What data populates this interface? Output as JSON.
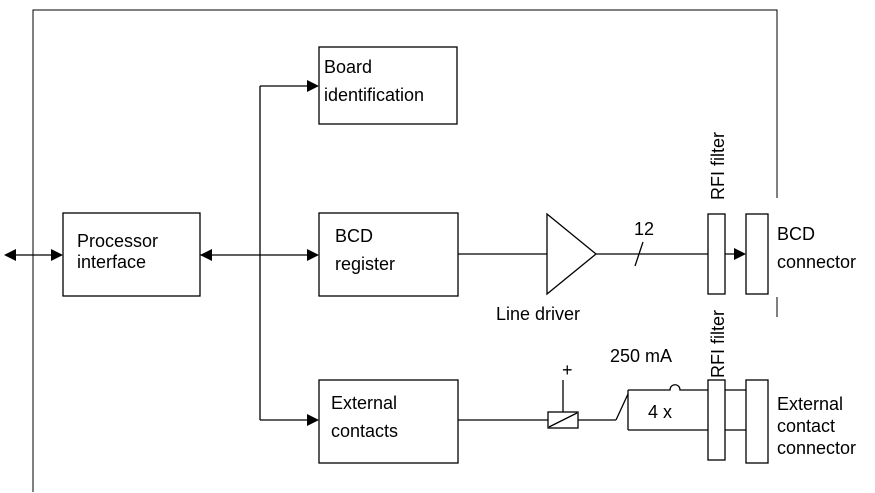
{
  "blocks": {
    "processor_interface": [
      "Processor",
      "interface"
    ],
    "board_identification": [
      "Board",
      "identification"
    ],
    "bcd_register": [
      "BCD",
      "register"
    ],
    "external_contacts": [
      "External",
      "contacts"
    ]
  },
  "components": {
    "line_driver": "Line driver",
    "bus_width": "12",
    "rfi_filter_top": "RFI filter",
    "rfi_filter_bottom": "RFI filter",
    "fuse_rating": "250 mA",
    "contacts_count": "4 x",
    "relay_polarity": "+"
  },
  "connectors": {
    "bcd": [
      "BCD",
      "connector"
    ],
    "external_contact": [
      "External",
      "contact",
      "connector"
    ]
  }
}
